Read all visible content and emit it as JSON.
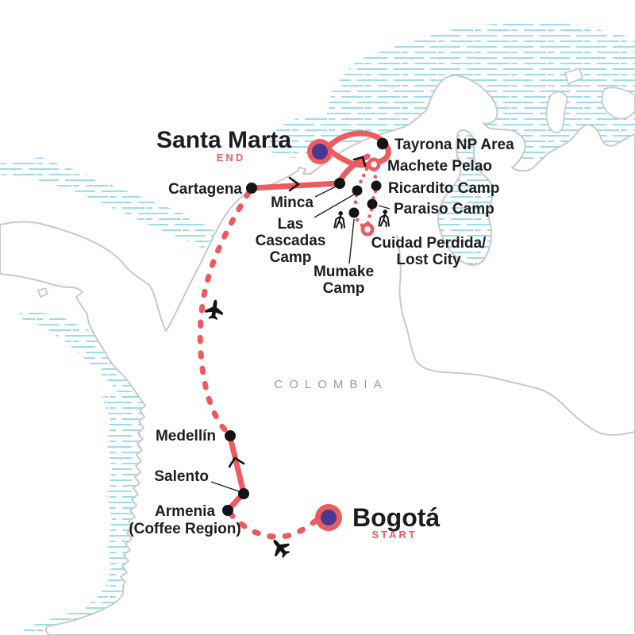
{
  "region_label": "COLOMBIA",
  "route_endpoints": {
    "start": {
      "city": "Bogotá",
      "tag": "START"
    },
    "end": {
      "city": "Santa Marta",
      "tag": "END"
    }
  },
  "stops": {
    "cartagena": "Cartagena",
    "minca": "Minca",
    "las_cascadas": {
      "l1": "Las",
      "l2": "Cascadas",
      "l3": "Camp"
    },
    "mumake": {
      "l1": "Mumake",
      "l2": "Camp"
    },
    "tayrona": "Tayrona NP Area",
    "machete_pelao": "Machete Pelao",
    "ricardito": "Ricardito Camp",
    "paraiso": "Paraiso Camp",
    "lost_city": {
      "l1": "Cuidad Perdida/",
      "l2": "Lost City"
    },
    "medellin": "Medellín",
    "salento": "Salento",
    "armenia": {
      "l1": "Armenia",
      "l2": "(Coffee Region)"
    }
  },
  "icons": {
    "flight_segment": "airplane-icon",
    "trek_segment": "hiker-icon",
    "direction": "chevron-arrow-icon",
    "trek_site": "ring-marker",
    "city_marker": "circle-marker"
  },
  "colors": {
    "route_red": "#ed5a5f",
    "marker_purple": "#47398f",
    "water_cyan": "#8fd7e7",
    "coast_gray": "#c9c9c9",
    "label_black": "#1d1d1f",
    "region_gray": "#9b9b9b"
  }
}
